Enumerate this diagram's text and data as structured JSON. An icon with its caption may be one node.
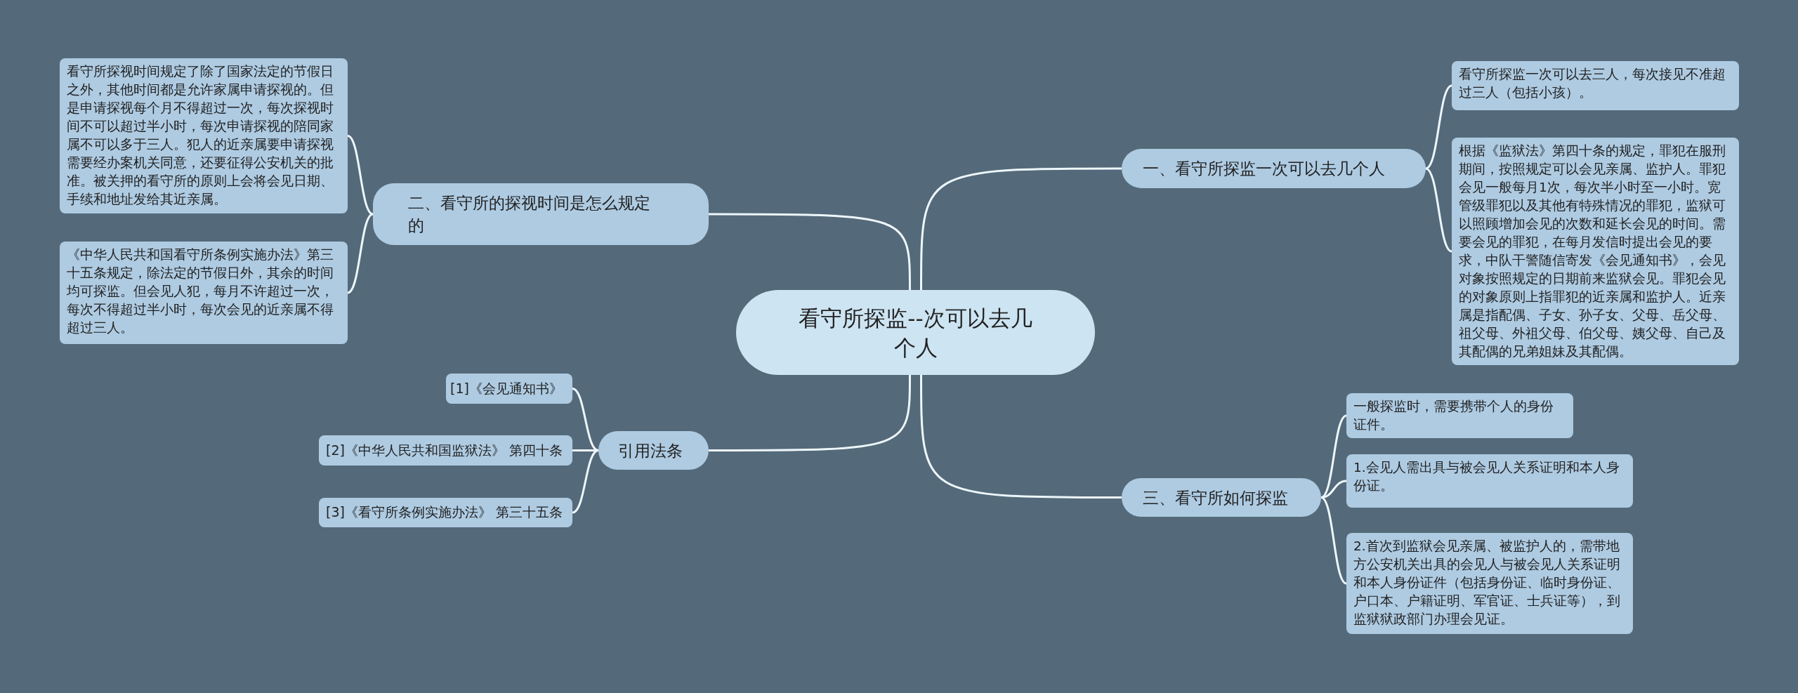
{
  "diagram": {
    "nodes": [
      {
        "text": [
          "看守所探监--次可以去几个人"
        ]
      },
      {
        "text": [
          "二、看守所的探视时间是怎么规定的"
        ]
      },
      {
        "text": [
          "看守所探视时间规定了除了国家法定的节假日之外，其他时间都是允许家属申请探视的。但是申请探视每个月不得超过一次，每次探视时间不可以超过半小时，每次申请探视的陪同家属不可以多于三人。犯人的近亲属要申请探视需要经办案机关同意，还要征得公安机关的批准。被关押的看守所的原则上会将会见日期、手续和地址发给其近亲属。"
        ]
      },
      {
        "text": [
          "《中华人民共和国看守所条例实施办法》第三十五条规定，除法定的节假日外，其余的时间均可探监。但会见人犯，每月不许超过一次，每次不得超过半小时，每次会见的近亲属不得超过三人。"
        ]
      },
      {
        "text": [
          "一、看守所探监一次可以去几个人"
        ]
      },
      {
        "text": [
          "看守所探监一次可以去三人，每次接见不准超过三人（包括小孩）。"
        ]
      },
      {
        "text": [
          "根据《监狱法》第四十条的规定，罪犯在服刑期间，按照规定可以会见亲属、监护人。罪犯会见一般每月1次，每次半小时至一小时。宽管级罪犯以及其他有特殊情况的罪犯，监狱可以照顾增加会见的次数和延长会见的时间。需要会见的罪犯，在每月发信时提出会见的要求，中队干警随信寄发《会见通知书》，会见对象按照规定的日期前来监狱会见。罪犯会见的对象原则上指罪犯的近亲属和监护人。近亲属是指配偶、子女、孙子女、父母、岳父母、祖父母、外祖父母、伯父母、姨父母、自己及其配偶的兄弟姐妹及其配偶。"
        ]
      },
      {
        "text": [
          "三、看守所如何探监"
        ]
      },
      {
        "text": [
          "一般探监时，需要携带个人的身份证件。"
        ]
      },
      {
        "text": [
          "1.会见人需出具与被会见人关系证明和本人身份证。"
        ]
      },
      {
        "text": [
          "2.首次到监狱会见亲属、被监护人的，需带地方公安机关出具的会见人与被会见人关系证明和本人身份证件（包括身份证、临时身份证、户口本、户籍证明、军官证、士兵证等），到监狱狱政部门办理会见证。"
        ]
      },
      {
        "text": [
          "引用法条"
        ]
      },
      {
        "text": [
          "[1]《会见通知书》"
        ]
      },
      {
        "text": [
          "[2]《中华人民共和国监狱法》 第四十条"
        ]
      },
      {
        "text": [
          "[3]《看守所条例实施办法》 第三十五条"
        ]
      }
    ],
    "edges": [
      {
        "from": 0,
        "to": 1,
        "arrow": "none"
      },
      {
        "from": 1,
        "to": 2,
        "arrow": "none"
      },
      {
        "from": 1,
        "to": 3,
        "arrow": "none"
      },
      {
        "from": 0,
        "to": 4,
        "arrow": "none"
      },
      {
        "from": 4,
        "to": 5,
        "arrow": "none"
      },
      {
        "from": 4,
        "to": 6,
        "arrow": "none"
      },
      {
        "from": 0,
        "to": 7,
        "arrow": "none"
      },
      {
        "from": 7,
        "to": 8,
        "arrow": "none"
      },
      {
        "from": 7,
        "to": 9,
        "arrow": "none"
      },
      {
        "from": 7,
        "to": 10,
        "arrow": "none"
      },
      {
        "from": 0,
        "to": 11,
        "arrow": "none"
      },
      {
        "from": 11,
        "to": 12,
        "arrow": "none"
      },
      {
        "from": 11,
        "to": 13,
        "arrow": "none"
      },
      {
        "from": 11,
        "to": 14,
        "arrow": "none"
      }
    ]
  }
}
